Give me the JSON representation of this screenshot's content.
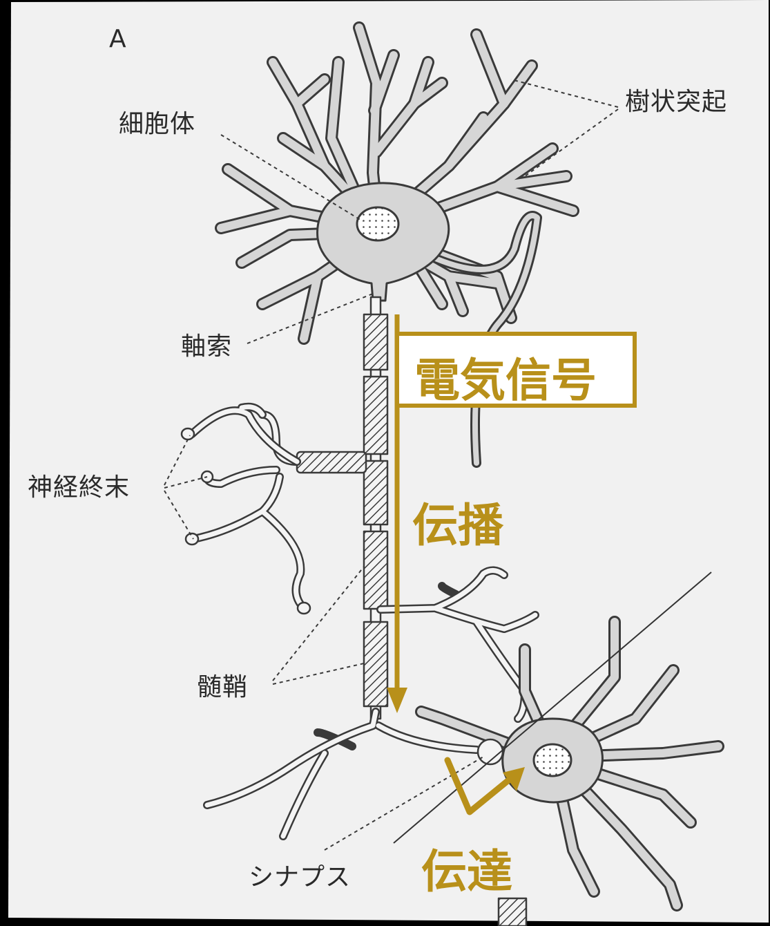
{
  "figure": {
    "panel_letter": "A",
    "labels": {
      "soma": "細胞体",
      "dendrites": "樹状突起",
      "axon": "軸索",
      "nerve_terminals": "神経終末",
      "myelin_sheath": "髄鞘",
      "synapse": "シナプス"
    },
    "annotations": {
      "electric_signal": "電気信号",
      "propagation": "伝播",
      "transmission": "伝達"
    },
    "colors": {
      "paper": "#f1f1f1",
      "cell_fill": "#d6d6d6",
      "outline": "#3a3a3a",
      "accent": "#b8901a"
    }
  }
}
